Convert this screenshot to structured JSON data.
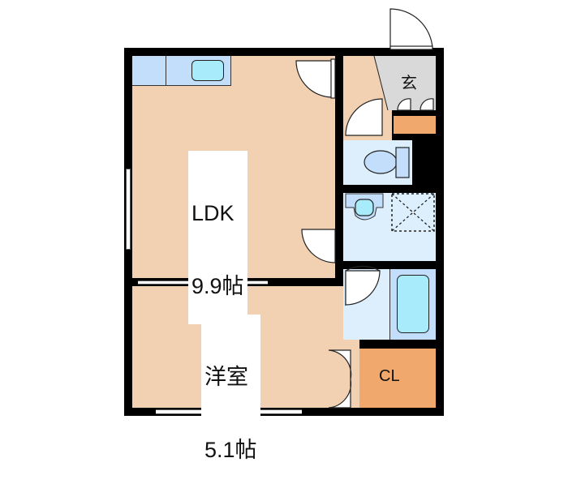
{
  "floor_plan": {
    "rooms": [
      {
        "id": "ldk",
        "name": "LDK",
        "size": "9.9帖"
      },
      {
        "id": "western",
        "name": "洋室",
        "size": "5.1帖"
      },
      {
        "id": "entrance",
        "name": "玄"
      },
      {
        "id": "closet",
        "name": "CL"
      },
      {
        "id": "toilet",
        "name": ""
      },
      {
        "id": "washroom",
        "name": ""
      },
      {
        "id": "bathroom",
        "name": ""
      }
    ],
    "colors": {
      "wall": "#000000",
      "flooring": "#f2d0b2",
      "wet_area": "#ddeefc",
      "entrance": "#d9d9d9",
      "closet": "#f0a86c",
      "fixture": "#a8ecfc",
      "counter": "#c2defa"
    }
  }
}
